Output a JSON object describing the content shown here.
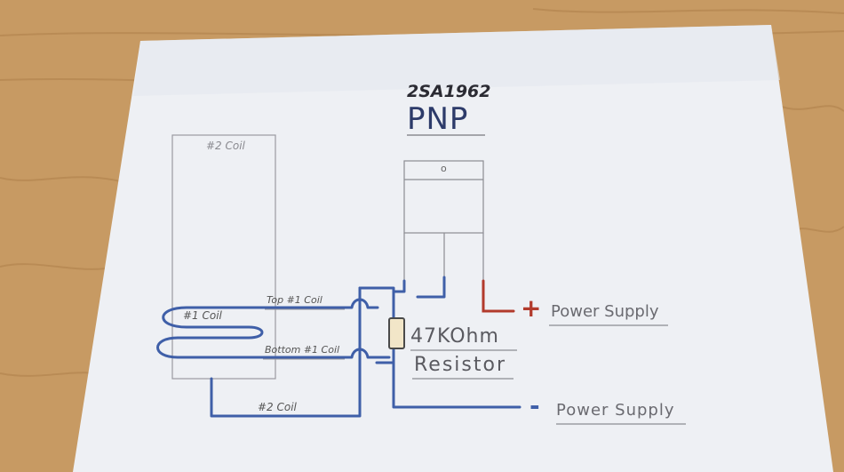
{
  "scene": {
    "colors": {
      "table": "#c79a63",
      "paper": "#eef0f4",
      "wire": "#3f5fa8",
      "pencil": "#8c8c92",
      "red": "#b23a2c"
    }
  },
  "diagram": {
    "transistor": {
      "part_number": "2SA1962",
      "type": "PNP",
      "pin_marker": "o"
    },
    "coil_outline_label": "#2 Coil",
    "coil_wound_label": "#1 Coil",
    "wire_labels": {
      "top_coil1": "Top #1 Coil",
      "bottom_coil1": "Bottom #1 Coil",
      "coil2": "#2 Coil"
    },
    "resistor": {
      "value": "47KOhm",
      "word": "Resistor"
    },
    "power": {
      "plus_symbol": "+",
      "plus_label": "Power Supply",
      "minus_symbol": "-",
      "minus_label": "Power Supply"
    }
  }
}
